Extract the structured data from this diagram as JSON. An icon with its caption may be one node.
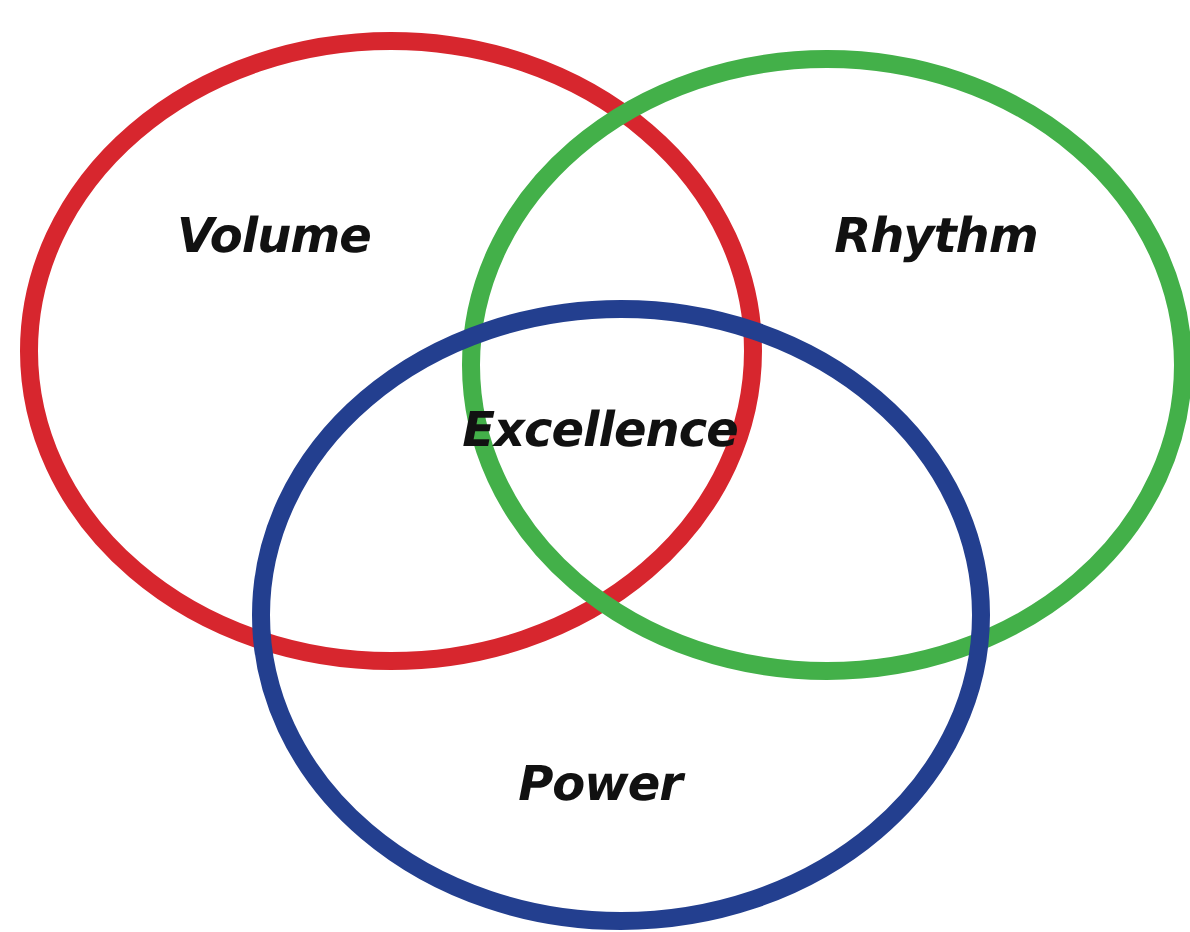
{
  "diagram": {
    "nodes": [
      {
        "text": [
          "Volume"
        ]
      },
      {
        "text": [
          "Rhythm"
        ]
      },
      {
        "text": [
          "Power"
        ]
      }
    ],
    "labels": [
      "Excellence"
    ]
  }
}
